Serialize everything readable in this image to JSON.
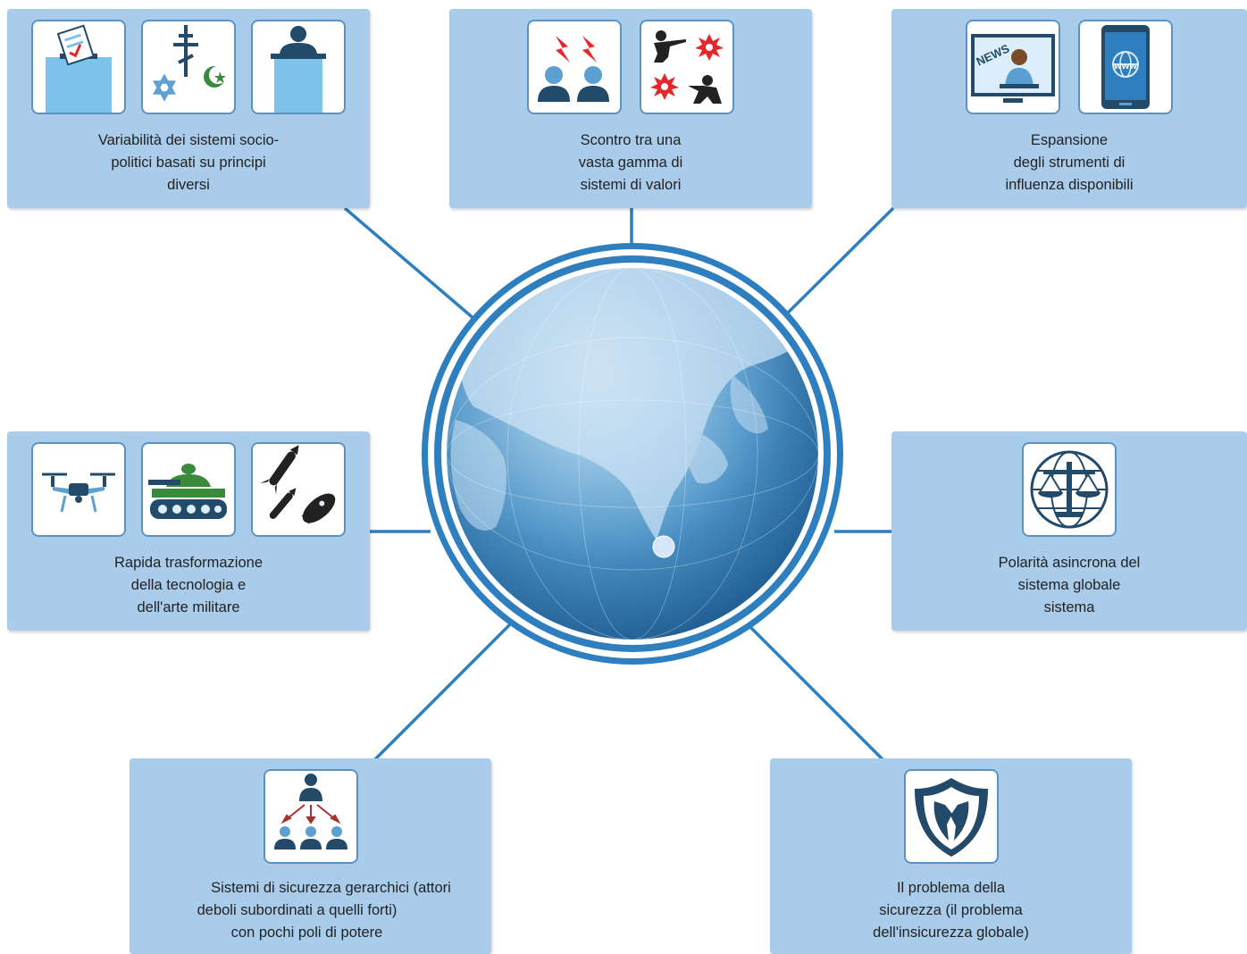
{
  "colors": {
    "panel": "#a9cceb",
    "icon_dark": "#234a68",
    "icon_light": "#5c9fd1",
    "connector": "#2e7fbf",
    "accent_red": "#e5262b",
    "accent_green": "#3a8a3c"
  },
  "nodes": [
    {
      "id": "socio-political-systems",
      "icons": [
        "ballot-box-icon",
        "religion-symbols-icon",
        "podium-speaker-icon"
      ],
      "label": [
        "Variabilità dei sistemi socio-",
        "politici basati su principi",
        "diversi"
      ]
    },
    {
      "id": "value-clash",
      "icons": [
        "conflict-people-icon",
        "soldiers-explosion-icon"
      ],
      "label": [
        "Scontro tra una",
        "vasta gamma di",
        "sistemi di valori"
      ]
    },
    {
      "id": "influence-tools",
      "icons": [
        "news-broadcast-icon",
        "www-tablet-icon"
      ],
      "label": [
        "Espansione",
        "degli strumenti di",
        "influenza disponibili"
      ]
    },
    {
      "id": "military-technology",
      "icons": [
        "drone-icon",
        "tank-icon",
        "missiles-icon"
      ],
      "label": [
        "Rapida trasformazione",
        "della tecnologia e",
        "dell'arte militare"
      ]
    },
    {
      "id": "asynchronous-polarity",
      "icons": [
        "globe-justice-scales-icon"
      ],
      "label": [
        "Polarità asincrona del",
        "sistema globale",
        "sistema"
      ]
    },
    {
      "id": "hierarchical-security",
      "icons": [
        "hierarchy-people-icon"
      ],
      "label": [
        "Sistemi di sicurezza gerarchici (attori",
        "deboli subordinati a quelli forti)",
        "con pochi poli di potere"
      ]
    },
    {
      "id": "security-problem",
      "icons": [
        "broken-shield-icon"
      ],
      "label": [
        "Il problema della",
        "sicurezza (il problema",
        "dell'insicurezza globale)"
      ]
    }
  ],
  "center": {
    "icon": "earth-globe-icon"
  }
}
